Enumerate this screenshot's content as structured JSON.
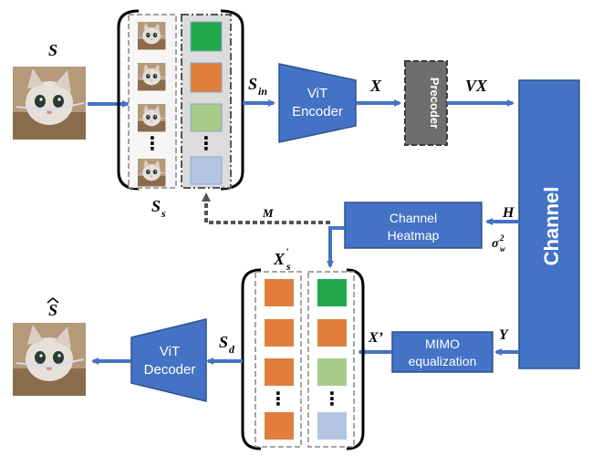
{
  "colors": {
    "block_blue": "#4472C4",
    "block_border": "#2F528F",
    "arrow_blue": "#4472C4",
    "precoder_gray": "#6E6E6E",
    "patch_green_dark": "#22A84A",
    "patch_orange": "#E07F3D",
    "patch_green_light": "#A7CC8A",
    "patch_blue_light": "#B4C5E4",
    "dashed_gray": "#555555"
  },
  "labels": {
    "s": "S",
    "s_hat": "S",
    "s_s": "S",
    "s_s_sub": "s",
    "s_in": "S",
    "s_in_sub": "in",
    "x": "X",
    "vx": "VX",
    "h": "H",
    "sigma": "σ",
    "sigma_sub": "w",
    "sigma_sup": "2",
    "m": "M",
    "x_s": "X",
    "x_s_sub": "s",
    "x_s_prime": "'",
    "x_prime": "X’",
    "y": "Y",
    "s_d": "S",
    "s_d_sub": "d"
  },
  "blocks": {
    "vit_encoder": [
      "ViT",
      "Encoder"
    ],
    "precoder": "Precoder",
    "channel": "Channel",
    "channel_heatmap": [
      "Channel",
      "Heatmap"
    ],
    "mimo_equalization": [
      "MIMO",
      "equalization"
    ],
    "vit_decoder": [
      "ViT",
      "Decoder"
    ]
  },
  "icons": {
    "input_image": "cat-photo",
    "output_image": "cat-photo",
    "patch_images": "cat-photo-patch"
  },
  "ellipsis": "⋮"
}
